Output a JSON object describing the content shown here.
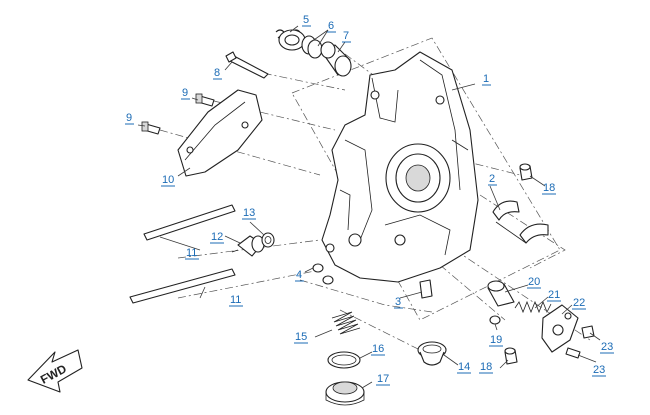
{
  "callouts": [
    "1",
    "2",
    "3",
    "4",
    "5",
    "6",
    "7",
    "8",
    "9",
    "9",
    "10",
    "11",
    "11",
    "12",
    "13",
    "14",
    "15",
    "16",
    "17",
    "18",
    "18",
    "19",
    "20",
    "21",
    "22",
    "23",
    "23"
  ],
  "direction_label": "FWD",
  "colors": {
    "callout": "#1b6bb5",
    "line": "#222222"
  }
}
